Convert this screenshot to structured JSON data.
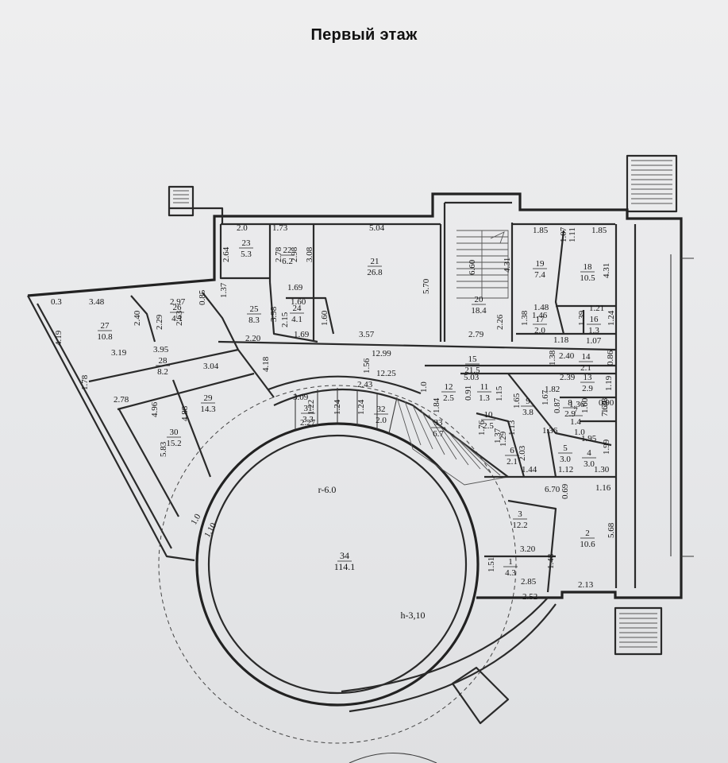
{
  "title": "Первый этаж",
  "rooms": [
    {
      "n": "1",
      "a": "4.3"
    },
    {
      "n": "2",
      "a": "10.6"
    },
    {
      "n": "3",
      "a": "12.2"
    },
    {
      "n": "4",
      "a": "3.0"
    },
    {
      "n": "5",
      "a": "3.0"
    },
    {
      "n": "6",
      "a": "2.1"
    },
    {
      "n": "7",
      "a": "1.4"
    },
    {
      "n": "8",
      "a": "2.9"
    },
    {
      "n": "9",
      "a": "3.8"
    },
    {
      "n": "10",
      "a": "2.5"
    },
    {
      "n": "11",
      "a": "1.3"
    },
    {
      "n": "12",
      "a": "2.5"
    },
    {
      "n": "13",
      "a": "2.9"
    },
    {
      "n": "14",
      "a": "2.1"
    },
    {
      "n": "15",
      "a": "21.5"
    },
    {
      "n": "16",
      "a": "1.3"
    },
    {
      "n": "17",
      "a": "2.0"
    },
    {
      "n": "18",
      "a": "10.5"
    },
    {
      "n": "19",
      "a": "7.4"
    },
    {
      "n": "20",
      "a": "18.4"
    },
    {
      "n": "21",
      "a": "26.8"
    },
    {
      "n": "22",
      "a": "6.2"
    },
    {
      "n": "23",
      "a": "5.3"
    },
    {
      "n": "24",
      "a": "4.1"
    },
    {
      "n": "25",
      "a": "8.3"
    },
    {
      "n": "26",
      "a": "4.1"
    },
    {
      "n": "27",
      "a": "10.8"
    },
    {
      "n": "28",
      "a": "8.2"
    },
    {
      "n": "29",
      "a": "14.3"
    },
    {
      "n": "30",
      "a": "15.2"
    },
    {
      "n": "31",
      "a": "3.3"
    },
    {
      "n": "32",
      "a": "2.0"
    },
    {
      "n": "33",
      "a": "6.7"
    },
    {
      "n": "34",
      "a": "114.1"
    }
  ],
  "dims": [
    "2.0",
    "1.73",
    "5.04",
    "1.85",
    "1.85",
    "2.64",
    "2.78",
    "2.98",
    "3.08",
    "6.60",
    "4.31",
    "1.07",
    "1.11",
    "4.31",
    "5.70",
    "1.69",
    "1.60",
    "1.60",
    "0.3",
    "3.48",
    "2.97",
    "0.85",
    "1.37",
    "3.98",
    "2.15",
    "2.40",
    "2.29",
    "2.63",
    "3.57",
    "2.79",
    "2.26",
    "1.48",
    "1.46",
    "1.21",
    "1.38",
    "1.39",
    "1.24",
    "1.18",
    "1.07",
    "1.69",
    "4.19",
    "2.20",
    "12.99",
    "1.38",
    "2.40",
    "0.86",
    "3.19",
    "3.95",
    "12.25",
    "1.56",
    "5.03",
    "2.39",
    "1.19",
    "3.04",
    "4.18",
    "2.43",
    "1.0",
    "0.91",
    "1.15",
    "1.65",
    "1.82",
    "1.36",
    "0.90",
    "1.38",
    "2.78",
    "4.96",
    "4.88",
    "1.22",
    "1.24",
    "1.24",
    "3.09",
    "2.27",
    "1.84",
    "1.67",
    "0.87",
    "1.60",
    "7.60",
    "5.83",
    "1.76",
    "1.37",
    "1.13",
    "1.29",
    "1.36",
    "1.0",
    "1.95",
    "1.99",
    "1.44",
    "1.12",
    "1.30",
    "6.70",
    "1.16",
    "0.69",
    "2.03",
    "3.20",
    "5.68",
    "1.51",
    "1.48",
    "2.85",
    "2.52",
    "2.13",
    "1.0",
    "1.10",
    "1.78"
  ],
  "marks": {
    "radius": "r-6.0",
    "height": "h-3,10"
  }
}
